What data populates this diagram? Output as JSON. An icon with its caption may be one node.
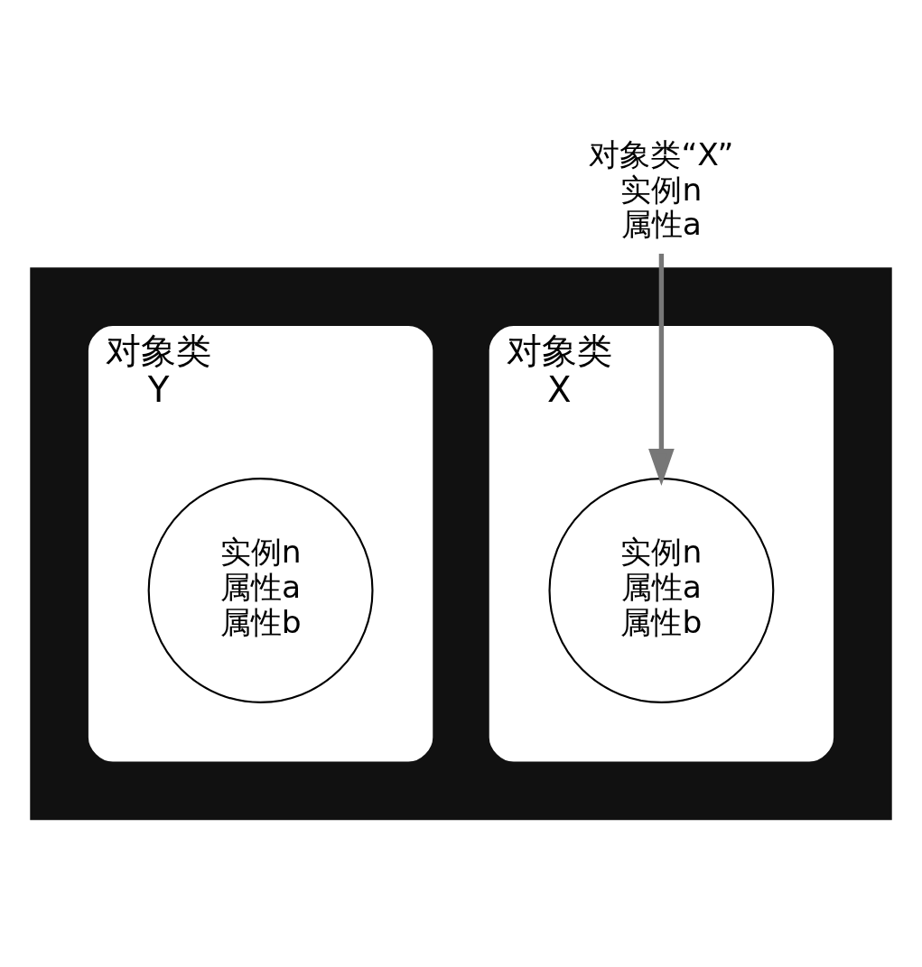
{
  "diagram": {
    "nodes": [
      {
        "text": [
          "对象类“X”",
          "实例n",
          "属性a"
        ]
      },
      {
        "text": [],
        "shape": "box"
      },
      {
        "text": [
          "对象类",
          "X"
        ],
        "in": 1
      },
      {
        "text": [
          "实例n",
          "属性a",
          "属性b"
        ],
        "in": 2
      },
      {
        "text": [
          "对象类",
          "Y"
        ],
        "in": 1
      },
      {
        "text": [
          "实例n",
          "属性a",
          "属性b"
        ],
        "in": 4
      }
    ],
    "edges": [
      {
        "from": 0,
        "to": 3,
        "arrow": "to"
      }
    ]
  }
}
